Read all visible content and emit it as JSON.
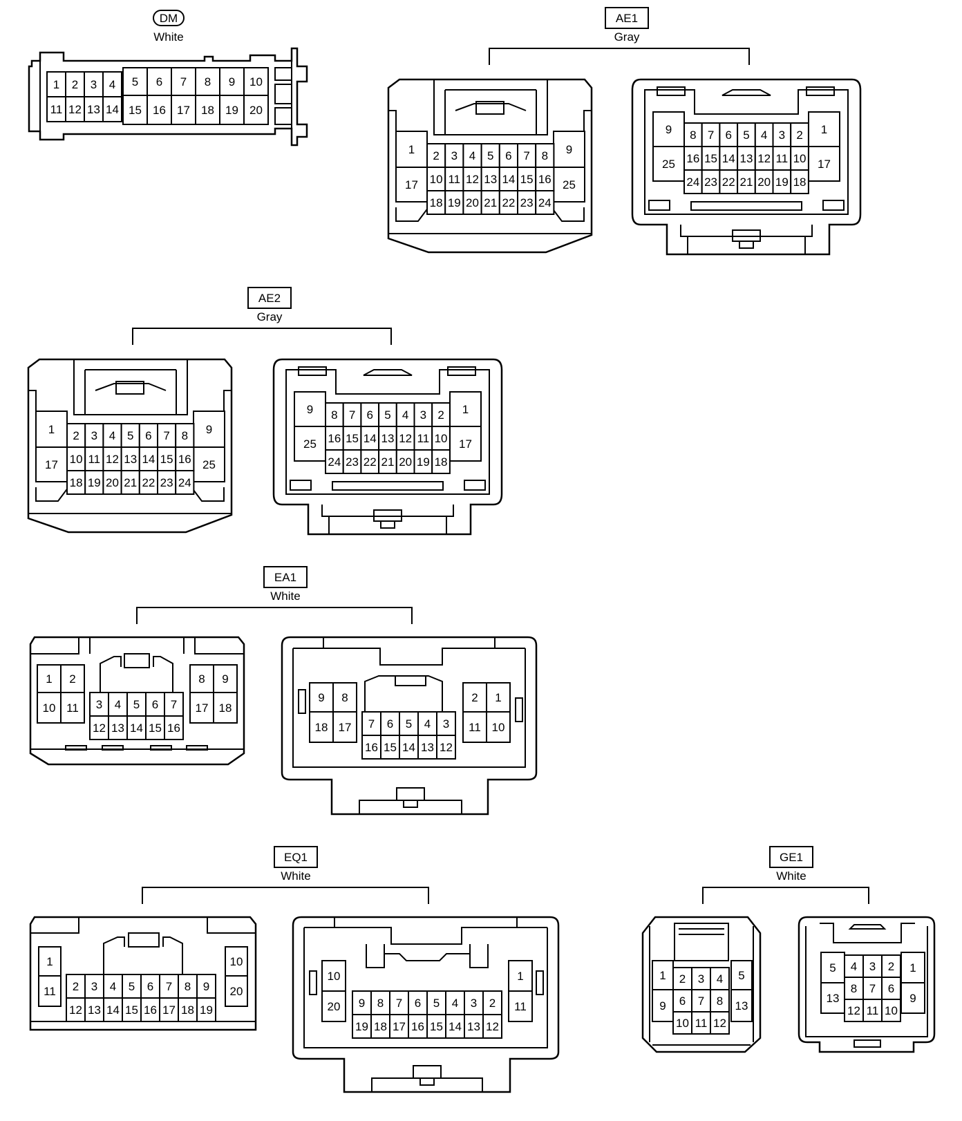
{
  "connectors": {
    "dm": {
      "code": "DM",
      "color": "White"
    },
    "ae1": {
      "code": "AE1",
      "color": "Gray"
    },
    "ae2": {
      "code": "AE2",
      "color": "Gray"
    },
    "ea1": {
      "code": "EA1",
      "color": "White"
    },
    "eq1": {
      "code": "EQ1",
      "color": "White"
    },
    "ge1": {
      "code": "GE1",
      "color": "White"
    }
  },
  "pins": {
    "dm": [
      [
        "1",
        "2",
        "3",
        "4",
        "5",
        "6",
        "7",
        "8",
        "9",
        "10"
      ],
      [
        "11",
        "12",
        "13",
        "14",
        "15",
        "16",
        "17",
        "18",
        "19",
        "20"
      ]
    ],
    "ae_left": [
      [
        "1",
        "2",
        "3",
        "4",
        "5",
        "6",
        "7",
        "8",
        "9"
      ],
      [
        "17",
        "10",
        "11",
        "12",
        "13",
        "14",
        "15",
        "16",
        "25"
      ],
      [
        "18",
        "19",
        "20",
        "21",
        "22",
        "23",
        "24"
      ]
    ],
    "ae_right": [
      [
        "9",
        "8",
        "7",
        "6",
        "5",
        "4",
        "3",
        "2",
        "1"
      ],
      [
        "25",
        "16",
        "15",
        "14",
        "13",
        "12",
        "11",
        "10",
        "17"
      ],
      [
        "24",
        "23",
        "22",
        "21",
        "20",
        "19",
        "18"
      ]
    ],
    "ea1_left": {
      "a": [
        "1",
        "2",
        "10",
        "11"
      ],
      "b": [
        "3",
        "4",
        "5",
        "6",
        "7",
        "12",
        "13",
        "14",
        "15",
        "16"
      ],
      "c": [
        "8",
        "9",
        "17",
        "18"
      ]
    },
    "ea1_right": {
      "a": [
        "9",
        "8",
        "18",
        "17"
      ],
      "b": [
        "7",
        "6",
        "5",
        "4",
        "3",
        "16",
        "15",
        "14",
        "13",
        "12"
      ],
      "c": [
        "2",
        "1",
        "11",
        "10"
      ]
    },
    "eq1_left": {
      "a": [
        "1",
        "11"
      ],
      "b": [
        "2",
        "3",
        "4",
        "5",
        "6",
        "7",
        "8",
        "9",
        "12",
        "13",
        "14",
        "15",
        "16",
        "17",
        "18",
        "19"
      ],
      "c": [
        "10",
        "20"
      ]
    },
    "eq1_right": {
      "a": [
        "10",
        "20"
      ],
      "b": [
        "9",
        "8",
        "7",
        "6",
        "5",
        "4",
        "3",
        "2",
        "19",
        "18",
        "17",
        "16",
        "15",
        "14",
        "13",
        "12"
      ],
      "c": [
        "1",
        "11"
      ]
    },
    "ge1_left": {
      "a": [
        "1",
        "9"
      ],
      "b": [
        "2",
        "3",
        "4",
        "6",
        "7",
        "8",
        "10",
        "11",
        "12"
      ],
      "c": [
        "5",
        "13"
      ]
    },
    "ge1_right": {
      "a": [
        "5",
        "13"
      ],
      "b": [
        "4",
        "3",
        "2",
        "8",
        "7",
        "6",
        "12",
        "11",
        "10"
      ],
      "c": [
        "1",
        "9"
      ]
    }
  }
}
